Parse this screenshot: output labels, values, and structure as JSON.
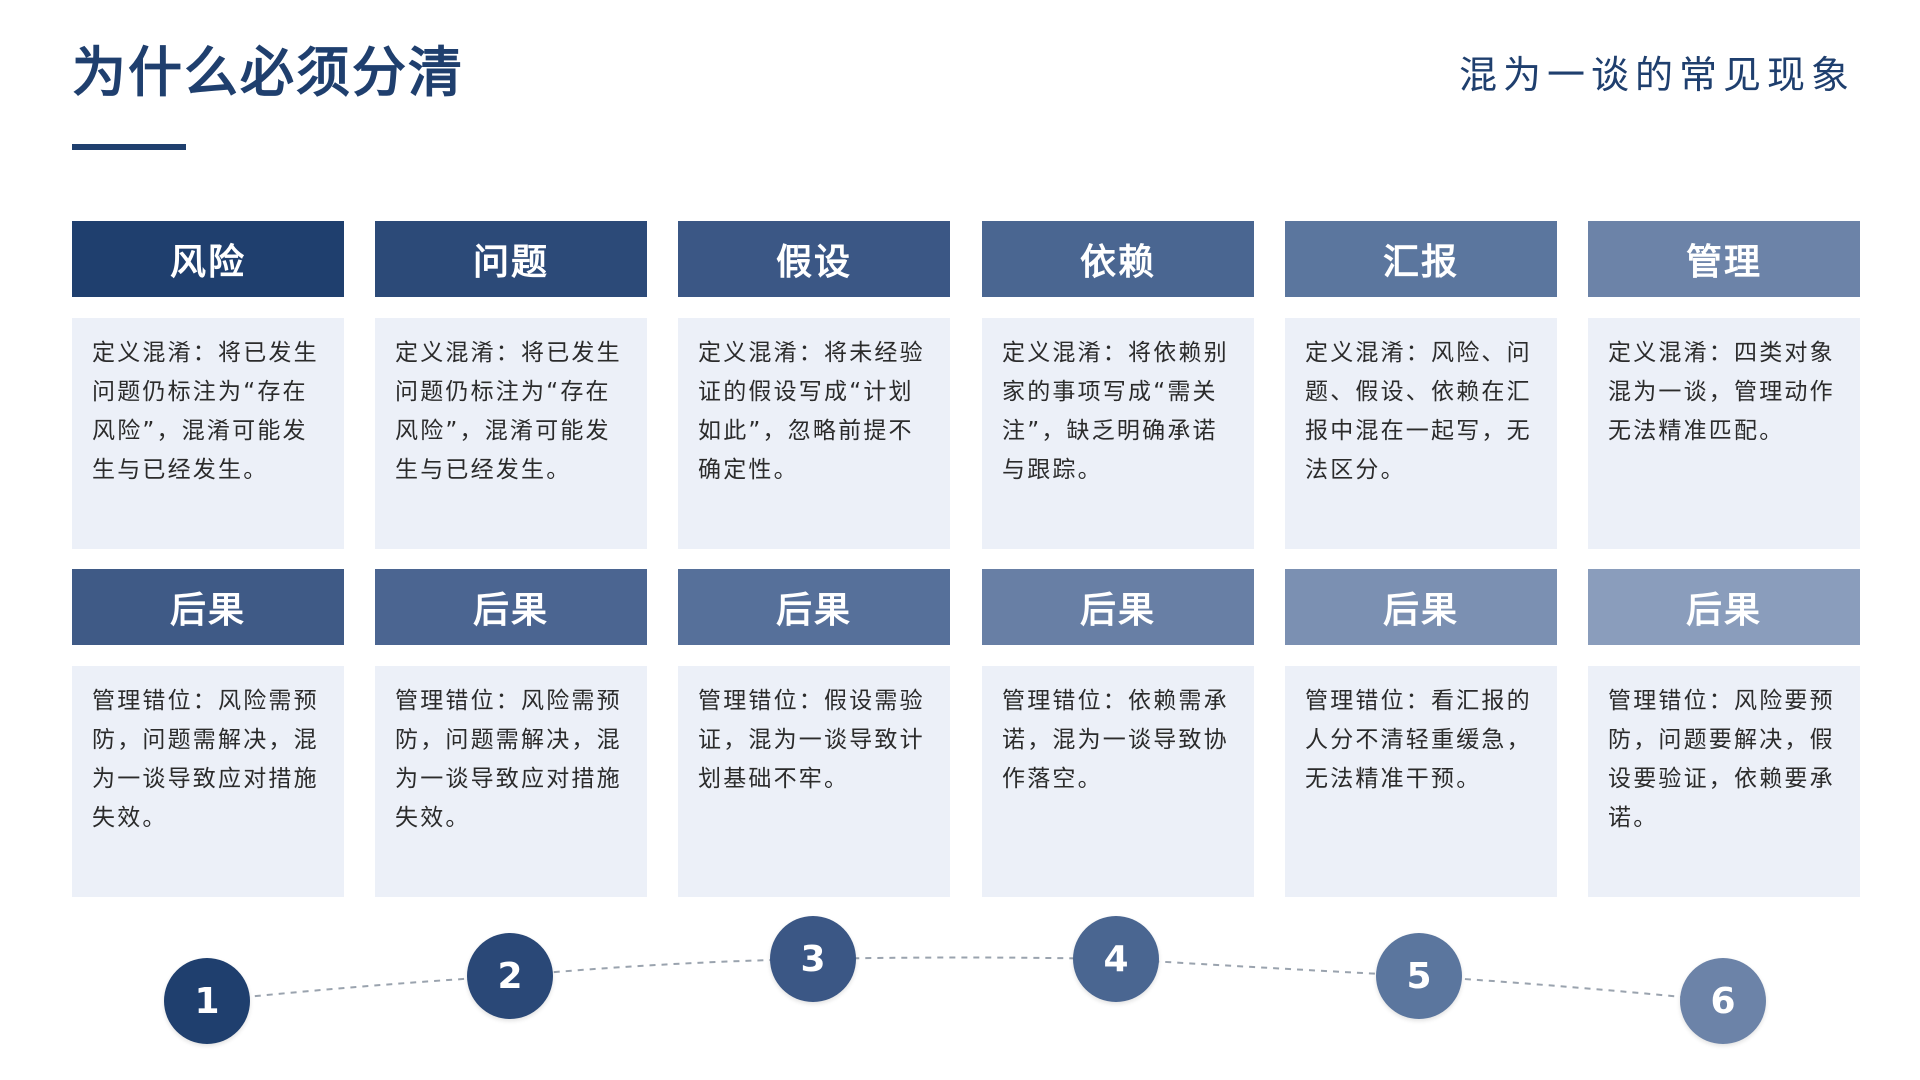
{
  "title": "为什么必须分清",
  "subtitle": "混为一谈的常见现象",
  "columns": [
    {
      "header": "风险",
      "definition": "定义混淆：将已发生问题仍标注为“存在风险”，混淆可能发生与已经发生。",
      "consequence_header": "后果",
      "consequence": "管理错位：风险需预防，问题需解决，混为一谈导致应对措施失效。",
      "step": "1"
    },
    {
      "header": "问题",
      "definition": "定义混淆：将已发生问题仍标注为“存在风险”，混淆可能发生与已经发生。",
      "consequence_header": "后果",
      "consequence": "管理错位：风险需预防，问题需解决，混为一谈导致应对措施失效。",
      "step": "2"
    },
    {
      "header": "假设",
      "definition": "定义混淆：将未经验证的假设写成“计划如此”，忽略前提不确定性。",
      "consequence_header": "后果",
      "consequence": "管理错位：假设需验证，混为一谈导致计划基础不牢。",
      "step": "3"
    },
    {
      "header": "依赖",
      "definition": "定义混淆：将依赖别家的事项写成“需关注”，缺乏明确承诺与跟踪。",
      "consequence_header": "后果",
      "consequence": "管理错位：依赖需承诺，混为一谈导致协作落空。",
      "step": "4"
    },
    {
      "header": "汇报",
      "definition": "定义混淆：风险、问题、假设、依赖在汇报中混在一起写，无法区分。",
      "consequence_header": "后果",
      "consequence": "管理错位：看汇报的人分不清轻重缓急，无法精准干预。",
      "step": "5"
    },
    {
      "header": "管理",
      "definition": "定义混淆：四类对象混为一谈，管理动作无法精准匹配。",
      "consequence_header": "后果",
      "consequence": "管理错位：风险要预防，问题要解决，假设要验证，依赖要承诺。",
      "step": "6"
    }
  ],
  "colors": {
    "title": "#1f3f6e",
    "header_top": [
      "#1f3f6e",
      "#2c4a78",
      "#3b5785",
      "#4a6691",
      "#5b769e",
      "#6c83a8"
    ],
    "header_bottom": [
      "#3f5a86",
      "#4b6591",
      "#56709a",
      "#687fa5",
      "#7b90b2",
      "#8a9dbc"
    ],
    "step": [
      "#1f3f6e",
      "#2a4877",
      "#3b5785",
      "#4a6691",
      "#5b769e",
      "#6c83a8"
    ],
    "card_bg": "#ecf0f8"
  }
}
